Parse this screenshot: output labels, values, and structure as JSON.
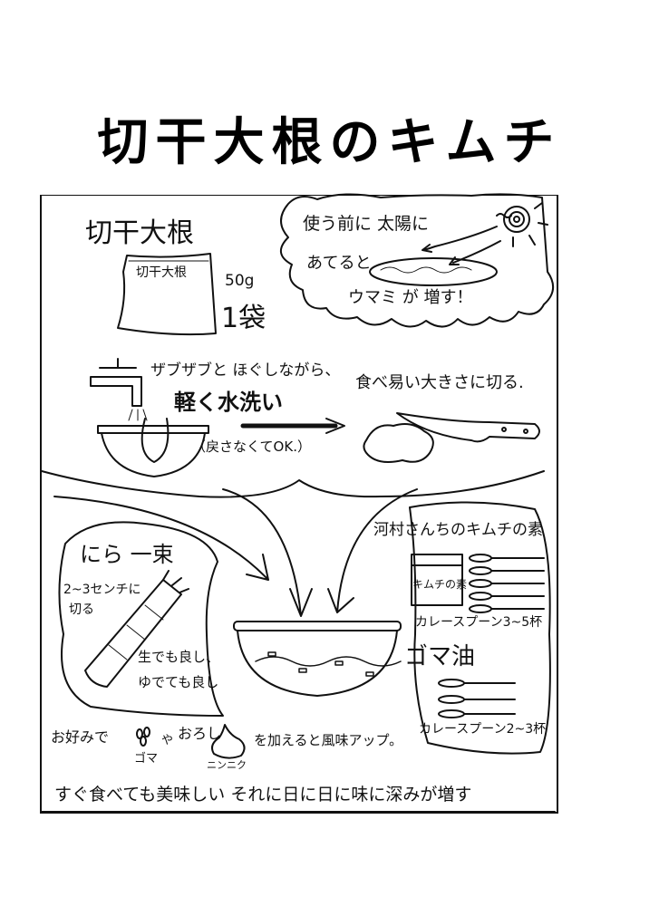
{
  "page": {
    "title": "切干大根のキムチ"
  },
  "ingredients": {
    "daikon": {
      "heading": "切干大根",
      "package_label": "切干大根",
      "amount": "50g",
      "count": "1袋"
    },
    "sun_tip": {
      "line1": "使う前に 太陽に",
      "line2": "あてると",
      "line3": "ウマミ が 増す！"
    },
    "nira": {
      "heading": "にら 一束",
      "cut_note_line1": "2~3センチに",
      "cut_note_line2": "切る",
      "cook_note_line1": "生でも良し、",
      "cook_note_line2": "ゆでても良し"
    },
    "kimchi_base": {
      "heading": "河村さんちのキムチの素",
      "jar_label": "キムチの素",
      "amount": "カレースプーン3~5杯"
    },
    "sesame_oil": {
      "heading": "ゴマ油",
      "amount": "カレースプーン2~3杯"
    }
  },
  "steps": {
    "wash_line1": "ザブザブと ほぐしながら、",
    "wash_line2": "軽く水洗い",
    "wash_note": "（戻さなくてOK.）",
    "cut": "食べ易い大きさに切る."
  },
  "notes": {
    "optional_prefix": "お好みで",
    "sesame_label": "ゴマ",
    "ya": "や",
    "grated": "おろし",
    "garlic_label": "ニンニク",
    "optional_suffix": "を加えると風味アップ。",
    "closing": "すぐ食べても美味しい それに日に日に味に深みが増す"
  }
}
